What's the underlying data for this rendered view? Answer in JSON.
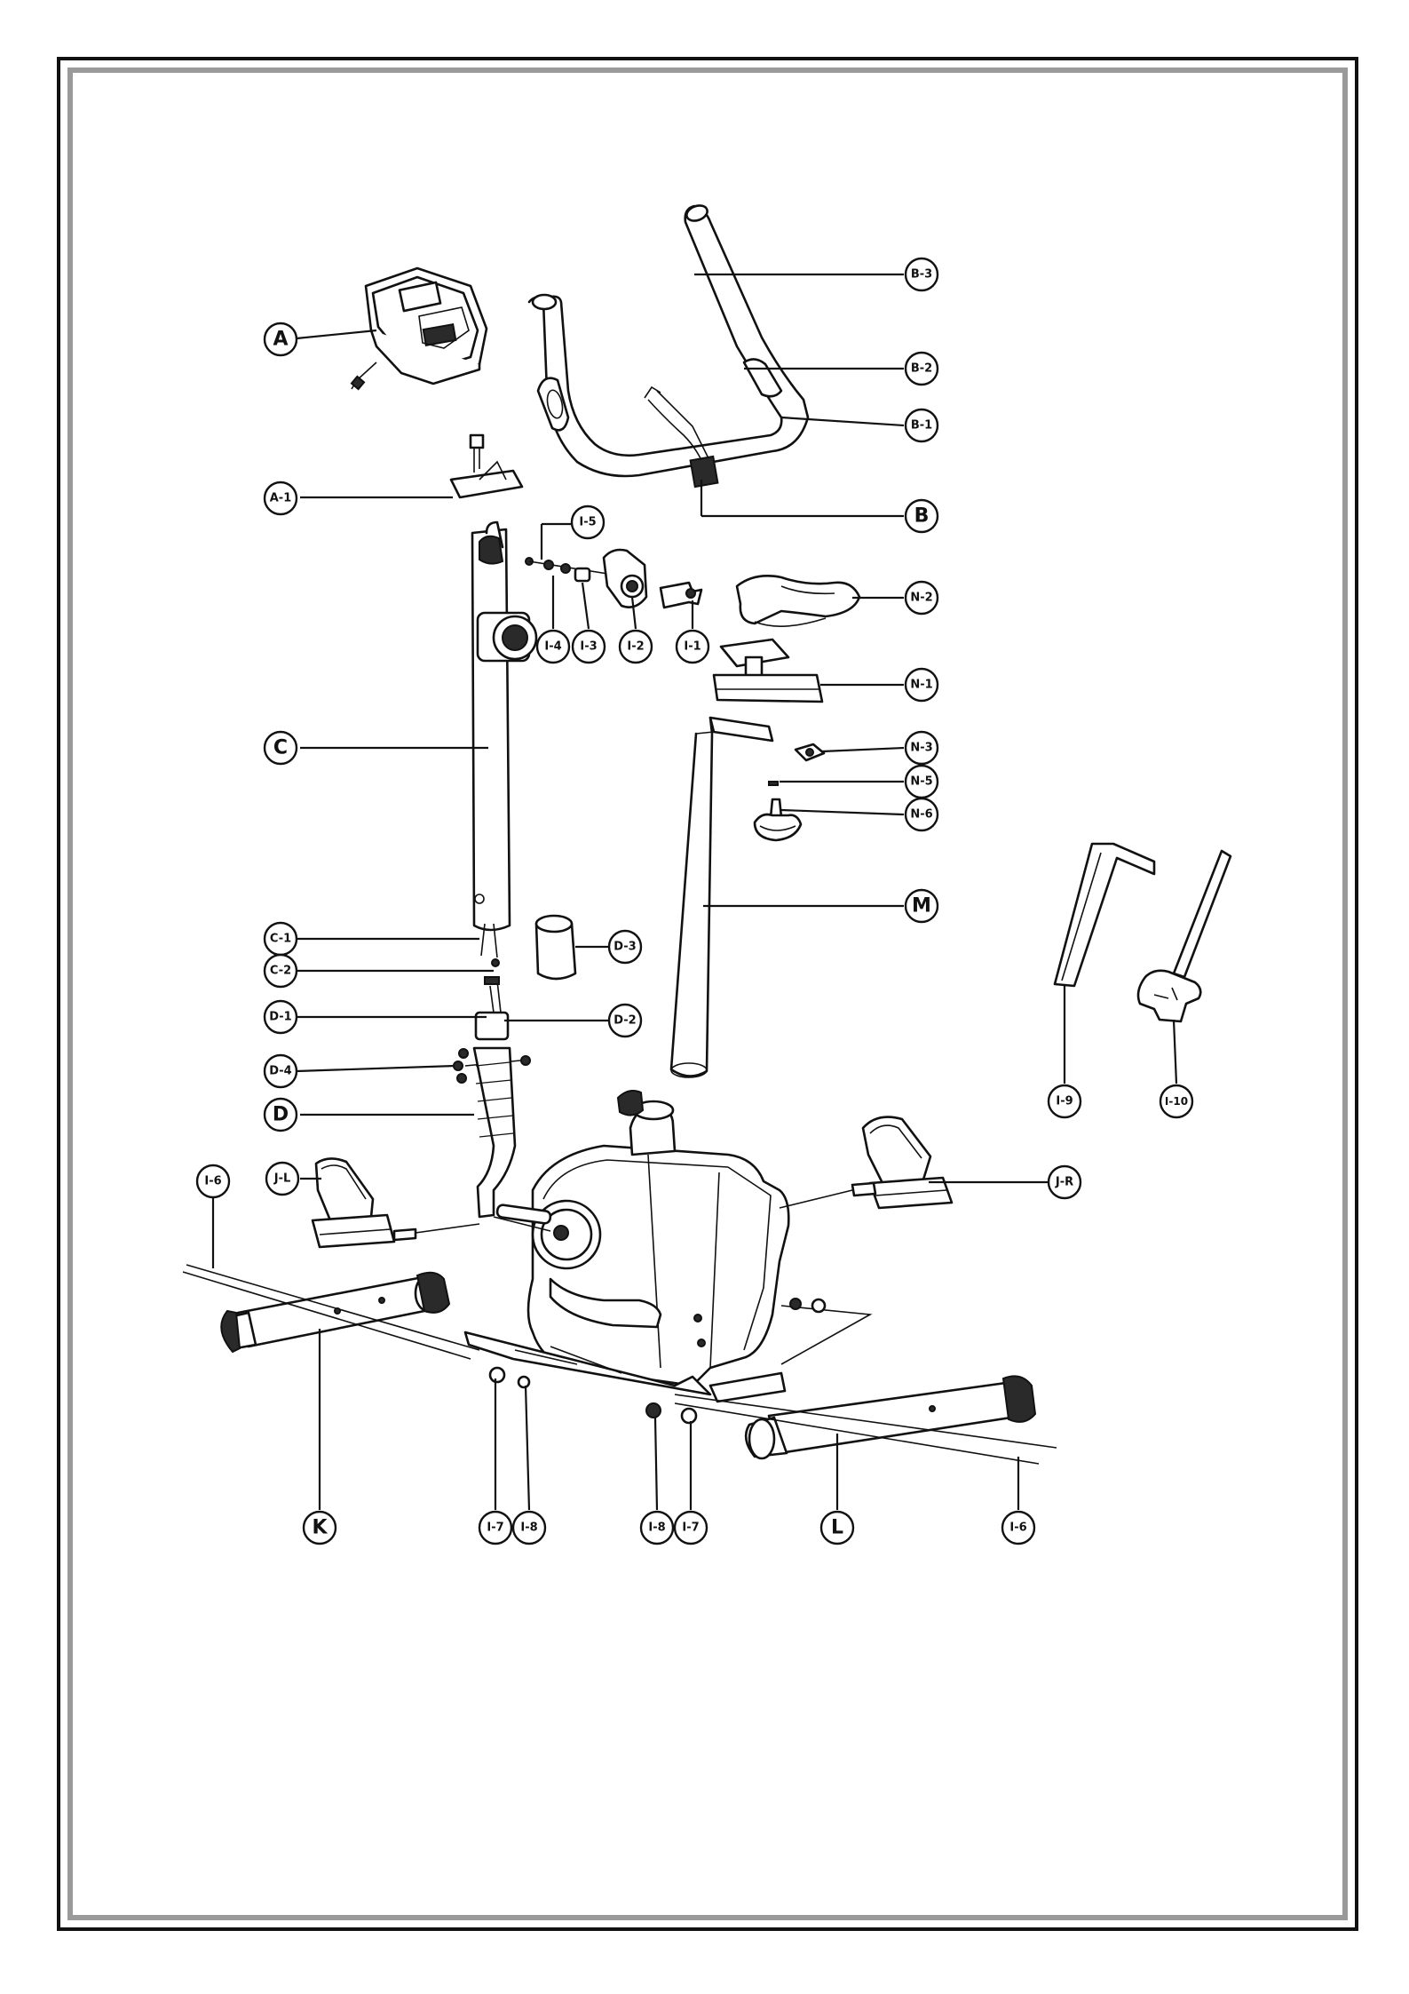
{
  "callouts": {
    "A": "A",
    "A_1": "A-1",
    "B": "B",
    "B_1": "B-1",
    "B_2": "B-2",
    "B_3": "B-3",
    "C": "C",
    "C_1": "C-1",
    "C_2": "C-2",
    "D": "D",
    "D_1": "D-1",
    "D_2": "D-2",
    "D_3": "D-3",
    "D_4": "D-4",
    "I_1": "I-1",
    "I_2": "I-2",
    "I_3": "I-3",
    "I_4": "I-4",
    "I_5": "I-5",
    "I_6": "I-6",
    "I_7": "I-7",
    "I_8": "I-8",
    "I_9": "I-9",
    "I_10": "I-10",
    "J_L": "J-L",
    "J_R": "J-R",
    "K": "K",
    "L": "L",
    "M": "M",
    "N_1": "N-1",
    "N_2": "N-2",
    "N_3": "N-3",
    "N_5": "N-5",
    "N_6": "N-6"
  }
}
